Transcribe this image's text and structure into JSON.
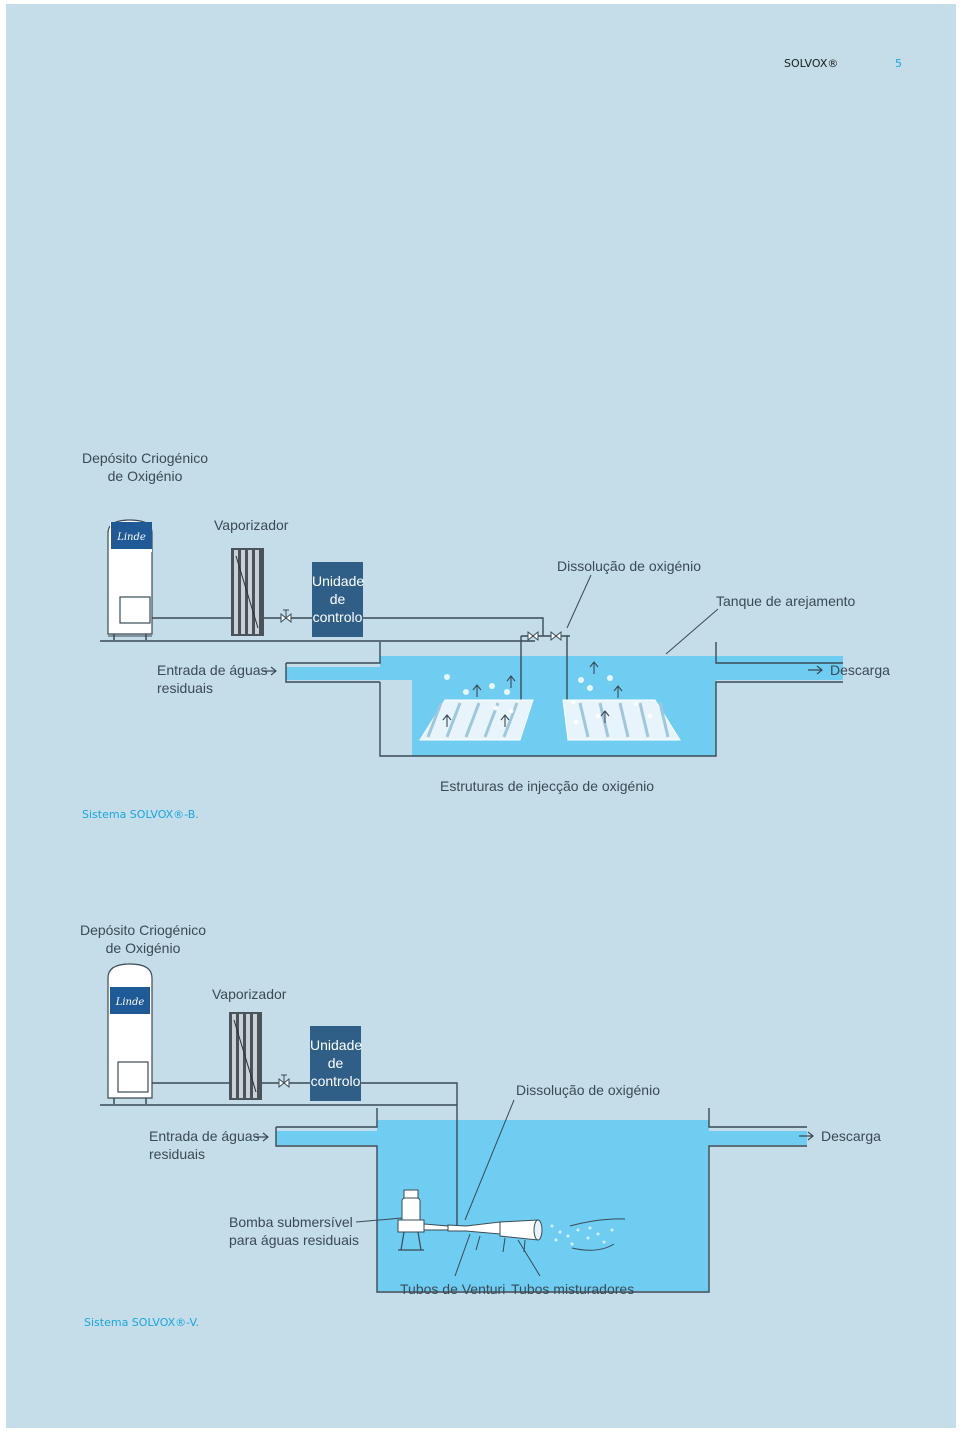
{
  "header": {
    "brand": "SOLVOX®",
    "page_number": "5"
  },
  "diagram_b": {
    "tank_label": "Depósito Criogénico de Oxigénio",
    "tank_label_line1": "Depósito Criogénico",
    "tank_label_line2": "de Oxigénio",
    "vaporizer": "Vaporizador",
    "control_line1": "Unidade",
    "control_line2": "de",
    "control_line3": "controlo",
    "dissolution": "Dissolução de oxigénio",
    "aeration_tank": "Tanque de arejamento",
    "inlet_line1": "Entrada de águas",
    "inlet_line2": "residuais",
    "outlet": "Descarga",
    "injection": "Estruturas de injecção de oxigénio",
    "caption": "Sistema SOLVOX®-B."
  },
  "diagram_v": {
    "tank_label_line1": "Depósito Criogénico",
    "tank_label_line2": "de Oxigénio",
    "vaporizer": "Vaporizador",
    "control_line1": "Unidade",
    "control_line2": "de",
    "control_line3": "controlo",
    "dissolution": "Dissolução de oxigénio",
    "inlet_line1": "Entrada de águas",
    "inlet_line2": "residuais",
    "outlet": "Descarga",
    "pump_line1": "Bomba submersível",
    "pump_line2": "para águas residuais",
    "venturi": "Tubos de Venturi",
    "mixers": "Tubos misturadores",
    "caption": "Sistema SOLVOX®-V."
  },
  "colors": {
    "background": "#c4dde9",
    "water": "#6fcdf2",
    "control_unit": "#2f5f86",
    "accent": "#1aa6dc",
    "line": "#3a4a55"
  },
  "icons": [
    "linde-logo-icon",
    "valve-icon",
    "arrow-right-icon",
    "arrow-up-icon",
    "bubble-icon"
  ]
}
